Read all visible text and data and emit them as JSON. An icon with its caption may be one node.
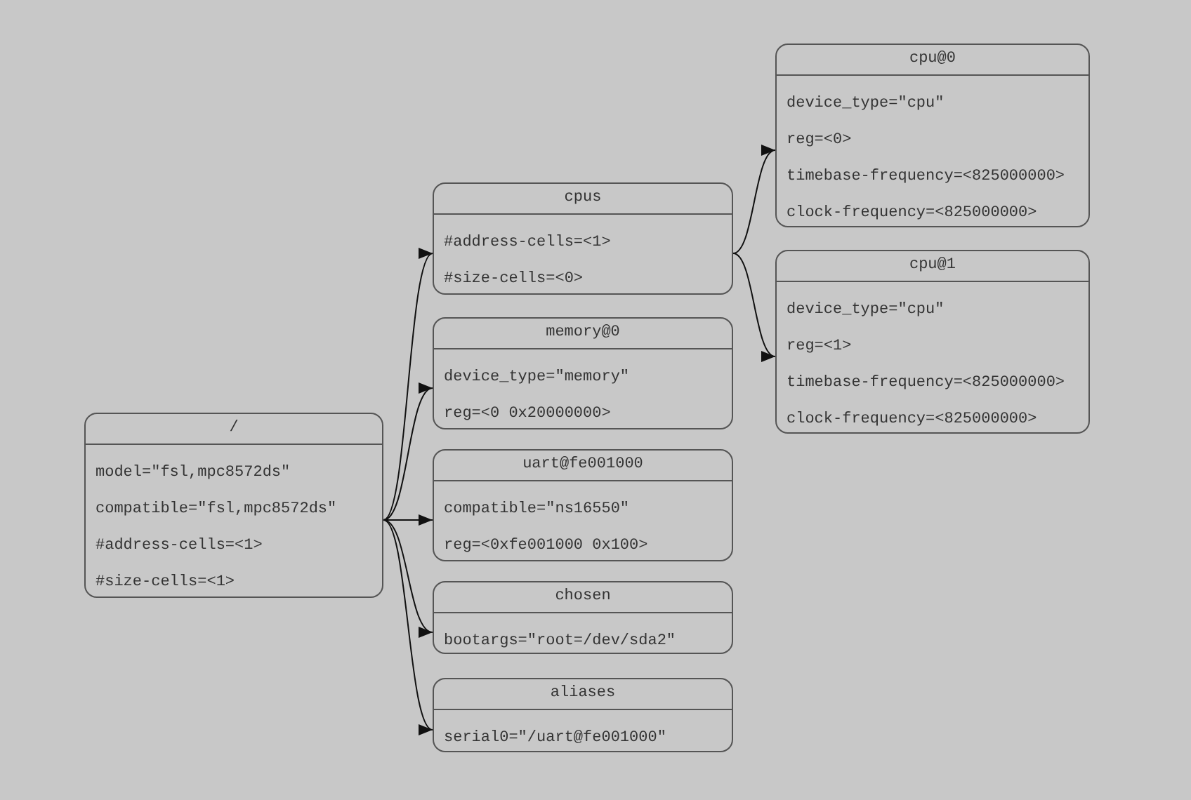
{
  "diagram": {
    "nodes": [
      {
        "text": [
          "/",
          "model=\"fsl,mpc8572ds\"",
          "compatible=\"fsl,mpc8572ds\"",
          "#address-cells=<1>",
          "#size-cells=<1>"
        ]
      },
      {
        "text": [
          "cpus",
          "#address-cells=<1>",
          "#size-cells=<0>"
        ]
      },
      {
        "text": [
          "cpu@0",
          "device_type=\"cpu\"",
          "reg=<0>",
          "timebase-frequency=<825000000>",
          "clock-frequency=<825000000>"
        ]
      },
      {
        "text": [
          "cpu@1",
          "device_type=\"cpu\"",
          "reg=<1>",
          "timebase-frequency=<825000000>",
          "clock-frequency=<825000000>"
        ]
      },
      {
        "text": [
          "memory@0",
          "device_type=\"memory\"",
          "reg=<0 0x20000000>"
        ]
      },
      {
        "text": [
          "uart@fe001000",
          "compatible=\"ns16550\"",
          "reg=<0xfe001000 0x100>"
        ]
      },
      {
        "text": [
          "chosen",
          "bootargs=\"root=/dev/sda2\""
        ]
      },
      {
        "text": [
          "aliases",
          "serial0=\"/uart@fe001000\""
        ]
      }
    ],
    "edges": [
      {
        "from": 0,
        "to": 1,
        "arrow": "to"
      },
      {
        "from": 0,
        "to": 4,
        "arrow": "to"
      },
      {
        "from": 0,
        "to": 5,
        "arrow": "to"
      },
      {
        "from": 0,
        "to": 6,
        "arrow": "to"
      },
      {
        "from": 0,
        "to": 7,
        "arrow": "to"
      },
      {
        "from": 1,
        "to": 2,
        "arrow": "to"
      },
      {
        "from": 1,
        "to": 3,
        "arrow": "to"
      }
    ]
  }
}
